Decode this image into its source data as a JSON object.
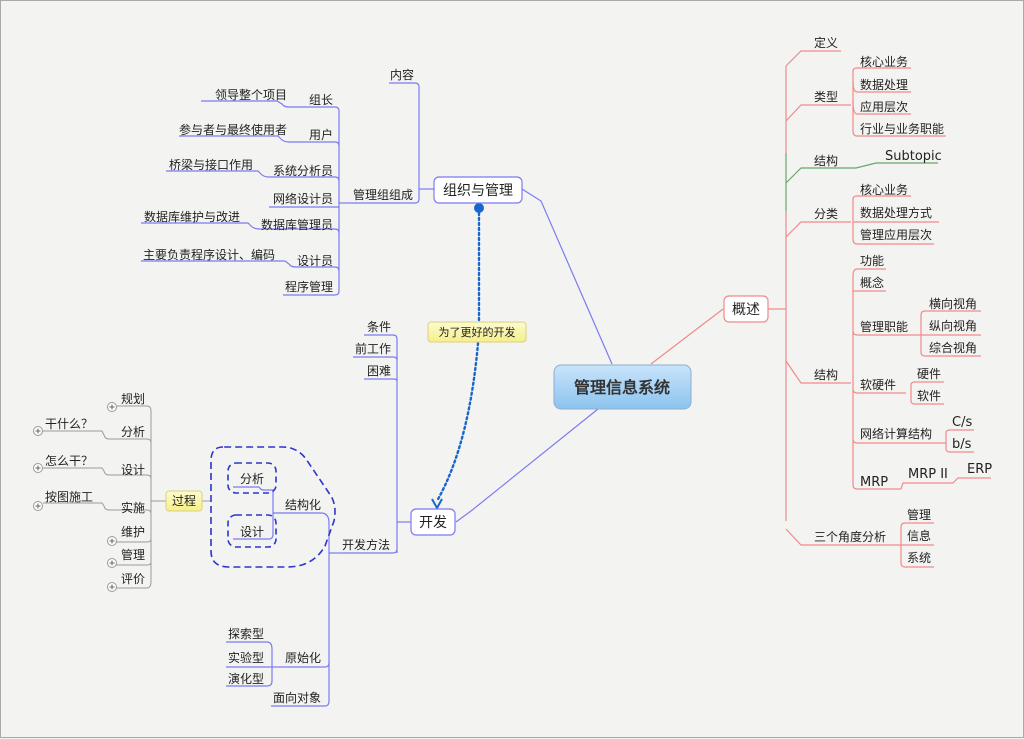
{
  "central": {
    "label": "管理信息系统"
  },
  "colors": {
    "blue_branch": "#7b7bf0",
    "red_branch": "#f08a8a",
    "green_branch": "#66a866",
    "central_fill": "#a9d3f5",
    "callout_fill": "#fbf7a8",
    "relation": "#1a66cc"
  },
  "org": {
    "label": "组织与管理",
    "content": "内容",
    "team": "管理组组成",
    "roles": [
      {
        "label": "组长",
        "note": "领导整个项目"
      },
      {
        "label": "用户",
        "note": "参与者与最终使用者"
      },
      {
        "label": "系统分析员",
        "note": "桥梁与接口作用"
      },
      {
        "label": "网络设计员",
        "note": ""
      },
      {
        "label": "数据库管理员",
        "note": "数据库维护与改进"
      },
      {
        "label": "设计员",
        "note": "主要负责程序设计、编码"
      },
      {
        "label": "程序管理",
        "note": ""
      }
    ]
  },
  "relation": {
    "label": "为了更好的开发"
  },
  "dev": {
    "label": "开发",
    "items": [
      "条件",
      "前工作",
      "困难"
    ],
    "methods": "开发方法",
    "structured": "结构化",
    "boundary_items": [
      "分析",
      "设计"
    ],
    "process": "过程",
    "process_steps": [
      {
        "label": "规划",
        "note": ""
      },
      {
        "label": "分析",
        "note": "干什么？"
      },
      {
        "label": "设计",
        "note": "怎么干？"
      },
      {
        "label": "实施",
        "note": "按图施工"
      },
      {
        "label": "维护",
        "note": ""
      },
      {
        "label": "管理",
        "note": ""
      },
      {
        "label": "评价",
        "note": ""
      }
    ],
    "prototype": "原始化",
    "prototype_types": [
      "探索型",
      "实验型",
      "演化型"
    ],
    "oo": "面向对象"
  },
  "overview": {
    "label": "概述",
    "definition": "定义",
    "types": {
      "label": "类型",
      "items": [
        "核心业务",
        "数据处理",
        "应用层次",
        "行业与业务职能"
      ]
    },
    "structure1": {
      "label": "结构",
      "items": [
        "Subtopic"
      ]
    },
    "classification": {
      "label": "分类",
      "items": [
        "核心业务",
        "数据处理方式",
        "管理应用层次"
      ]
    },
    "structure2": {
      "label": "结构",
      "function": "功能",
      "concept": "概念",
      "mgmt": {
        "label": "管理职能",
        "items": [
          "横向视角",
          "纵向视角",
          "综合视角"
        ]
      },
      "hw": {
        "label": "软硬件",
        "items": [
          "硬件",
          "软件"
        ]
      },
      "net": {
        "label": "网络计算结构",
        "items": [
          "C/s",
          "b/s"
        ]
      },
      "mrp": {
        "label": "MRP",
        "next": "MRP II",
        "last": "ERP"
      }
    },
    "three": {
      "label": "三个角度分析",
      "items": [
        "管理",
        "信息",
        "系统"
      ]
    }
  }
}
